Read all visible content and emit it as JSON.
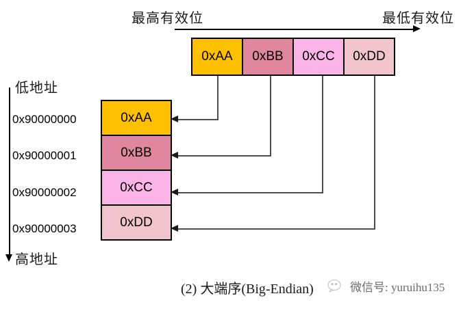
{
  "diagram": {
    "caption": "(2) 大端序(Big-Endian)",
    "significance": {
      "most_label": "最高有效位",
      "least_label": "最低有效位",
      "arrow_direction": "left-to-right"
    },
    "address_axis": {
      "low_label": "低地址",
      "high_label": "高地址",
      "arrow_direction": "top-to-bottom"
    },
    "value_bytes": [
      {
        "label": "0xAA",
        "color": "#FFC000"
      },
      {
        "label": "0xBB",
        "color": "#E0879F"
      },
      {
        "label": "0xCC",
        "color": "#FBB4E8"
      },
      {
        "label": "0xDD",
        "color": "#F2C4CE"
      }
    ],
    "memory_rows": [
      {
        "address": "0x90000000",
        "label": "0xAA",
        "color": "#FFC000"
      },
      {
        "address": "0x90000001",
        "label": "0xBB",
        "color": "#E0879F"
      },
      {
        "address": "0x90000002",
        "label": "0xCC",
        "color": "#FBB4E8"
      },
      {
        "address": "0x90000003",
        "label": "0xDD",
        "color": "#F2C4CE"
      }
    ],
    "connectors": [
      {
        "from": "0xAA",
        "to": "0x90000000"
      },
      {
        "from": "0xBB",
        "to": "0x90000001"
      },
      {
        "from": "0xCC",
        "to": "0x90000002"
      },
      {
        "from": "0xDD",
        "to": "0x90000003"
      }
    ]
  },
  "watermark": {
    "icon": "wechat-icon",
    "text": "微信号: yuruihu135"
  }
}
